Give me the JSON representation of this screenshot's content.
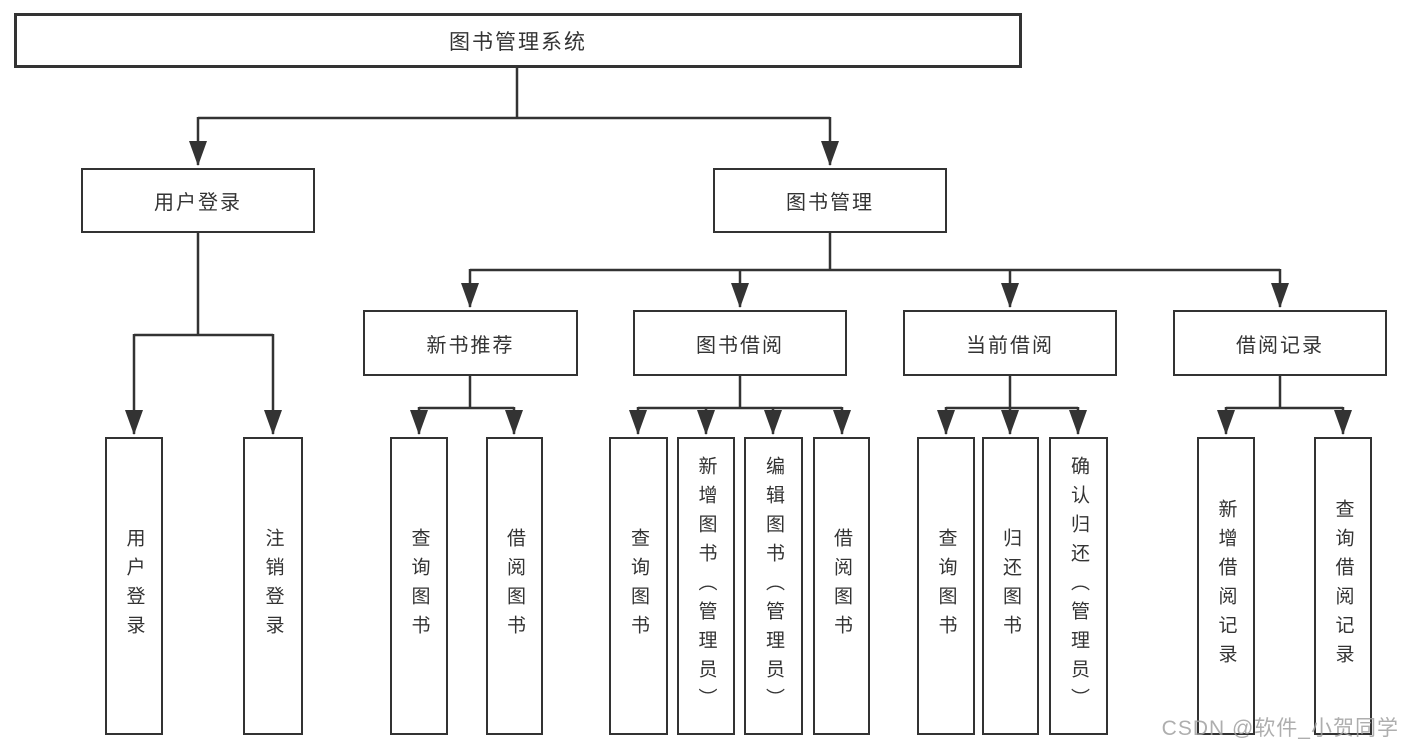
{
  "root": {
    "label": "图书管理系统"
  },
  "branches": [
    {
      "label": "用户登录",
      "children": [
        {
          "label": "用户登录"
        },
        {
          "label": "注销登录"
        }
      ]
    },
    {
      "label": "图书管理",
      "children": [
        {
          "label": "新书推荐",
          "children": [
            {
              "label": "查询图书"
            },
            {
              "label": "借阅图书"
            }
          ]
        },
        {
          "label": "图书借阅",
          "children": [
            {
              "label": "查询图书"
            },
            {
              "label": "新增图书（管理员）"
            },
            {
              "label": "编辑图书（管理员）"
            },
            {
              "label": "借阅图书"
            }
          ]
        },
        {
          "label": "当前借阅",
          "children": [
            {
              "label": "查询图书"
            },
            {
              "label": "归还图书"
            },
            {
              "label": "确认归还（管理员）"
            }
          ]
        },
        {
          "label": "借阅记录",
          "children": [
            {
              "label": "新增借阅记录"
            },
            {
              "label": "查询借阅记录"
            }
          ]
        }
      ]
    }
  ],
  "watermark": {
    "text": "CSDN @软件_小贺同学"
  },
  "colors": {
    "line": "#333333",
    "text": "#333333",
    "box_background": "#ffffff",
    "watermark": "#a0a0a0",
    "background": "#ffffff"
  }
}
